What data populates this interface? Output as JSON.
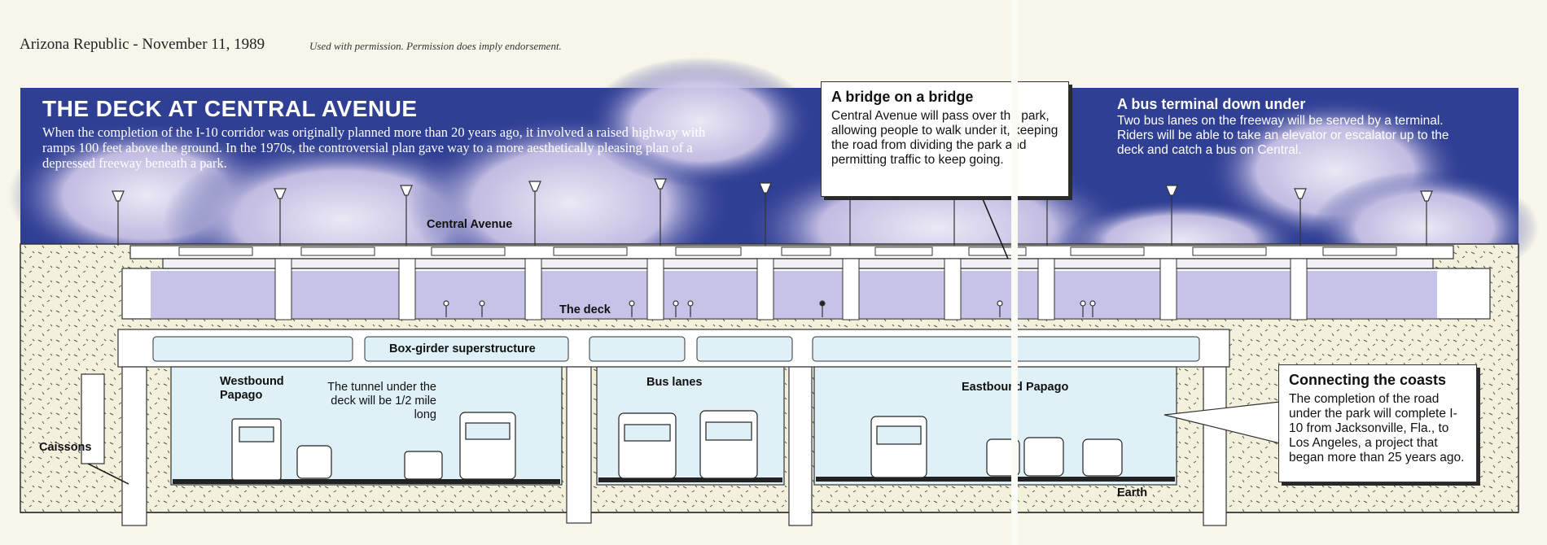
{
  "header": {
    "source": "Arizona Republic - November 11, 1989",
    "note": "Used with permission. Permission does imply endorsement."
  },
  "title": "THE DECK AT CENTRAL AVENUE",
  "intro": "When the completion of the I-10 corridor was originally planned more than 20 years ago, it involved a raised highway with ramps 100 feet above the ground. In the 1970s, the controversial plan gave way to a more aesthetically pleasing plan of a depressed freeway beneath a park.",
  "callouts": {
    "bridge": {
      "title": "A bridge on a bridge",
      "body": "Central Avenue will pass over the park, allowing people to walk under it, keeping the road from dividing the park and permitting traffic to keep going."
    },
    "bus_terminal": {
      "title": "A bus terminal down under",
      "body": "Two bus lanes on the freeway will be served by a terminal. Riders will be able to take an elevator or escalator up to the deck and catch a bus on Central."
    },
    "coasts": {
      "title": "Connecting the coasts",
      "body": "The completion of the road under the park will complete I-10 from Jacksonville, Fla., to Los Angeles, a project that began more than 25 years ago."
    }
  },
  "labels": {
    "central_avenue": "Central Avenue",
    "the_deck": "The deck",
    "box_girder": "Box-girder superstructure",
    "westbound": "Westbound Papago",
    "tunnel_note": "The tunnel under the deck will be 1/2 mile long",
    "bus_lanes": "Bus lanes",
    "eastbound": "Eastbound Papago",
    "caissons": "Caissons",
    "earth": "Earth"
  },
  "colors": {
    "sky": "#2f3f94",
    "cloud": "#e9e4f4",
    "tunnel": "#dff1f6",
    "ground": "#f3f0dc",
    "structure": "#ffffff"
  }
}
